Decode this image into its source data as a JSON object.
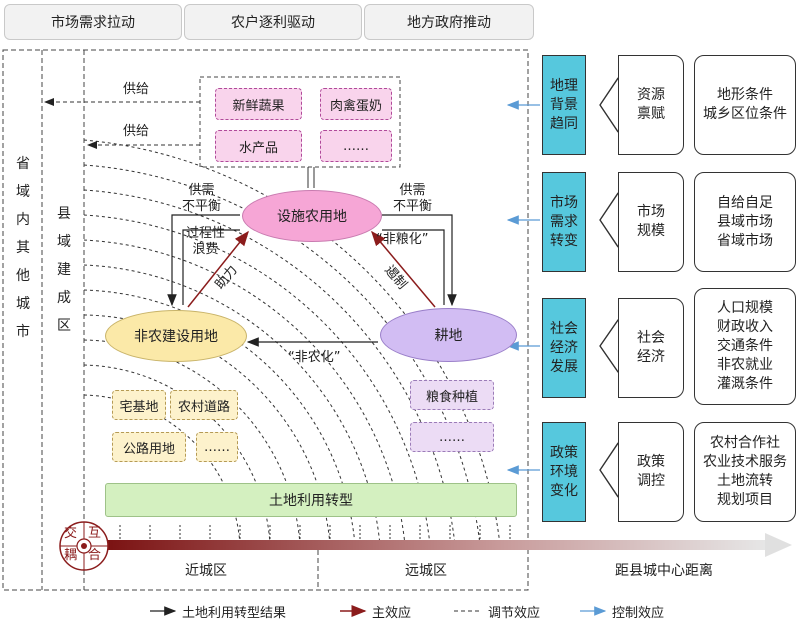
{
  "top_boxes": [
    "市场需求拉动",
    "农户逐利驱动",
    "地方政府推动"
  ],
  "left_vertical": "省域内其他城市",
  "second_vertical": "县域建成区",
  "supply_label": "供给",
  "top_products": [
    "新鲜蔬果",
    "肉禽蛋奶",
    "水产品",
    "……"
  ],
  "ellipses": {
    "facility": "设施农用地",
    "nonag": "非农建设用地",
    "farmland": "耕地"
  },
  "imbalance_label": "供需\n不平衡",
  "waste_label": "过程性\n浪费",
  "help_label": "助力",
  "squeeze_label": "遏制",
  "non_grain_label": "“非粮化”",
  "non_agri_label": "“非农化”",
  "left_tags": [
    "宅基地",
    "农村道路",
    "公路用地",
    "……"
  ],
  "right_tags": [
    "粮食种植",
    "……"
  ],
  "transform_bar": "土地利用转型",
  "interaction": [
    "交",
    "互",
    "耦",
    "合"
  ],
  "zones": [
    "近城区",
    "远城区"
  ],
  "distance_label": "距县城中心距离",
  "right_rows": [
    {
      "blue": "地理\n背景\n趋同",
      "mid": "资源\n禀赋",
      "right": "地形条件\n城乡区位条件"
    },
    {
      "blue": "市场\n需求\n转变",
      "mid": "市场\n规模",
      "right": "自给自足\n县域市场\n省域市场"
    },
    {
      "blue": "社会\n经济\n发展",
      "mid": "社会\n经济",
      "right": "人口规模\n财政收入\n交通条件\n非农就业\n灌溉条件"
    },
    {
      "blue": "政策\n环境\n变化",
      "mid": "政策\n调控",
      "right": "农村合作社\n农业技术服务\n土地流转\n规划项目"
    }
  ],
  "legend": [
    "土地利用转型结果",
    "主效应",
    "调节效应",
    "控制效应"
  ],
  "colors": {
    "pink": "#f6a6d6",
    "yellow": "#fbe9a8",
    "purple": "#d2bdf3",
    "green": "#d4f0c0",
    "blue": "#56c8dd",
    "main_effect": "#8b1c1c",
    "control_effect": "#5b9bd5"
  }
}
